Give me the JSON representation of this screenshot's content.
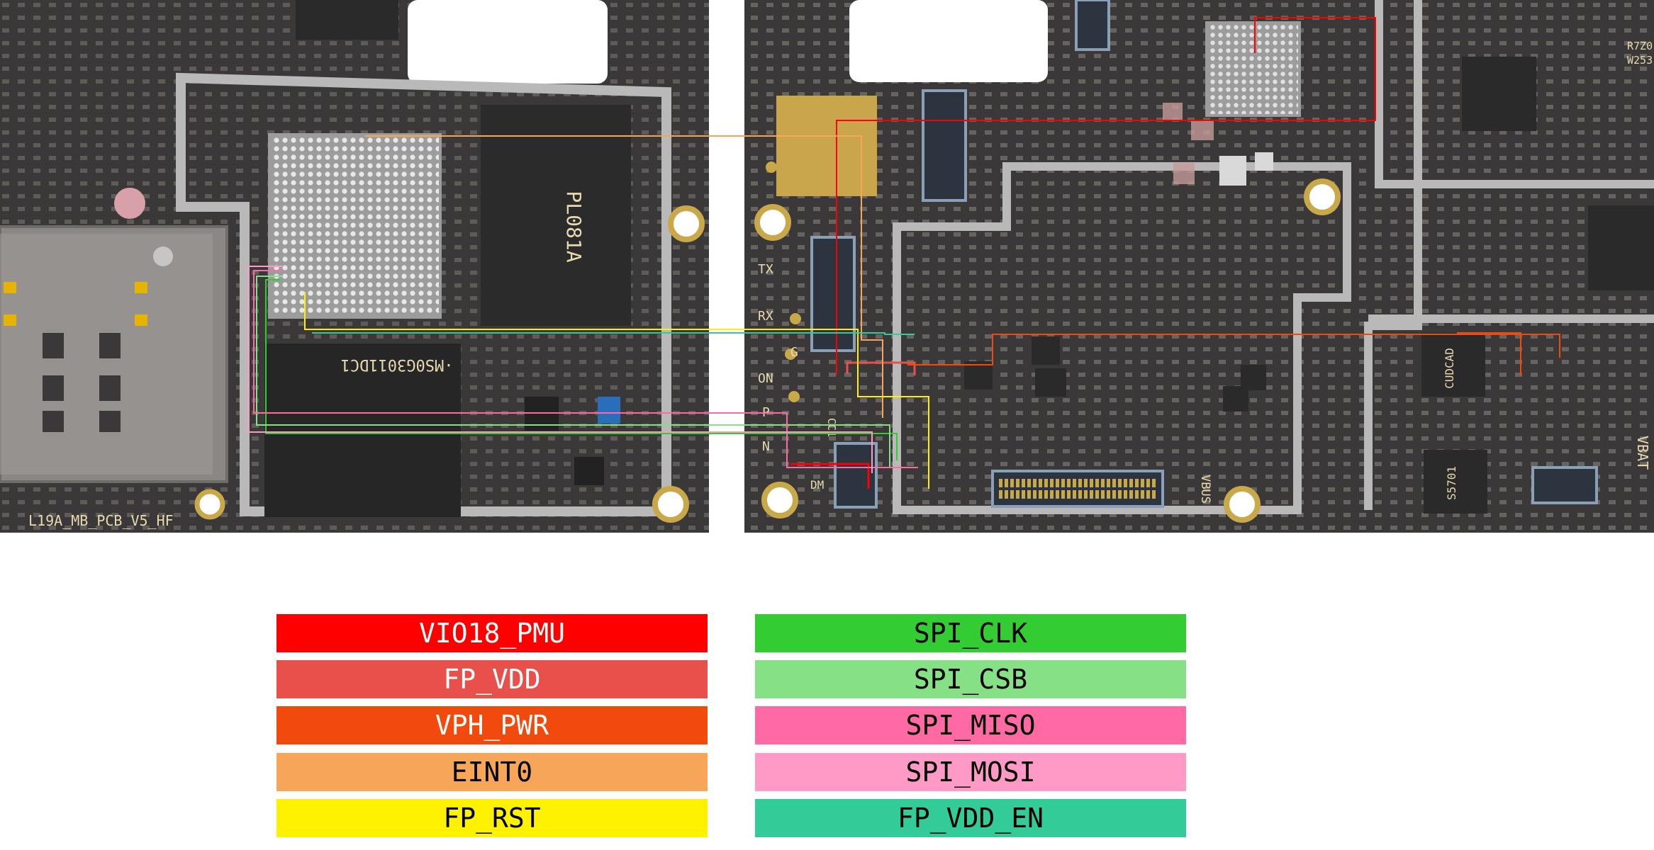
{
  "board": {
    "pcb_label": "L19A_MB_PCB_V5_HF",
    "silk_labels": {
      "tx": "TX",
      "rx": "RX",
      "g": "G",
      "on": "ON",
      "p": "P",
      "n": "N",
      "dm": "DM",
      "cc1": "CC1",
      "vbus": "VBUS",
      "vbat": "VBAT"
    },
    "chip_markings": {
      "emmc": "·MS0G3011DC1",
      "ram": "PL081A",
      "pmic_top": "R7Z0",
      "pmic_bottom": "W253",
      "codec": "CUDCAD",
      "charger": "S5701"
    }
  },
  "legend": {
    "left": [
      {
        "label": "VIO18_PMU",
        "color": "#ff0000",
        "text_color": "#ffffff"
      },
      {
        "label": "FP_VDD",
        "color": "#e8504c",
        "text_color": "#ffffff"
      },
      {
        "label": "VPH_PWR",
        "color": "#f24a0c",
        "text_color": "#ffffff"
      },
      {
        "label": "EINT0",
        "color": "#f7a559",
        "text_color": "#000000"
      },
      {
        "label": "FP_RST",
        "color": "#fff200",
        "text_color": "#000000"
      }
    ],
    "right": [
      {
        "label": "SPI_CLK",
        "color": "#33cc33",
        "text_color": "#000000"
      },
      {
        "label": "SPI_CSB",
        "color": "#86e086",
        "text_color": "#000000"
      },
      {
        "label": "SPI_MISO",
        "color": "#ff69a4",
        "text_color": "#000000"
      },
      {
        "label": "SPI_MOSI",
        "color": "#ff99c6",
        "text_color": "#000000"
      },
      {
        "label": "FP_VDD_EN",
        "color": "#33cc99",
        "text_color": "#000000"
      }
    ]
  }
}
